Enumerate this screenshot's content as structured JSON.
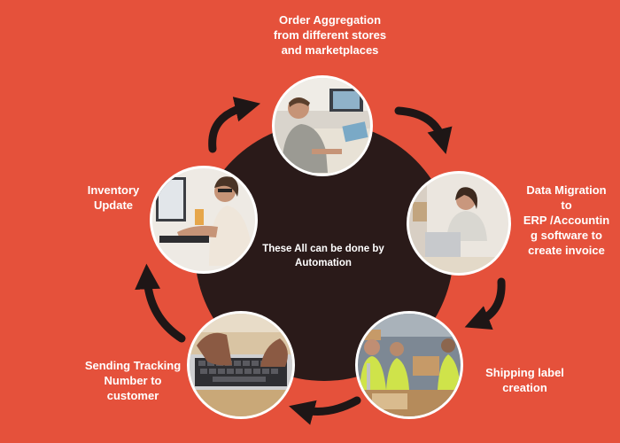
{
  "background_color": "#E5513B",
  "center": {
    "text": "These All can be done by\nAutomation",
    "fill_color": "#2A1A19"
  },
  "steps": [
    {
      "label": "Order Aggregation\nfrom different stores\nand marketplaces",
      "photo_icon": "person-with-laptop-photo"
    },
    {
      "label": "Data Migration\nto\nERP /Accountin\ng software to\ncreate invoice",
      "photo_icon": "woman-at-laptop-photo"
    },
    {
      "label": "Shipping label\ncreation",
      "photo_icon": "warehouse-workers-photo"
    },
    {
      "label": "Sending Tracking\nNumber to\ncustomer",
      "photo_icon": "hands-typing-keyboard-photo"
    },
    {
      "label": "Inventory\nUpdate",
      "photo_icon": "man-at-computer-photo"
    }
  ],
  "arrow_color": "#1E1616"
}
